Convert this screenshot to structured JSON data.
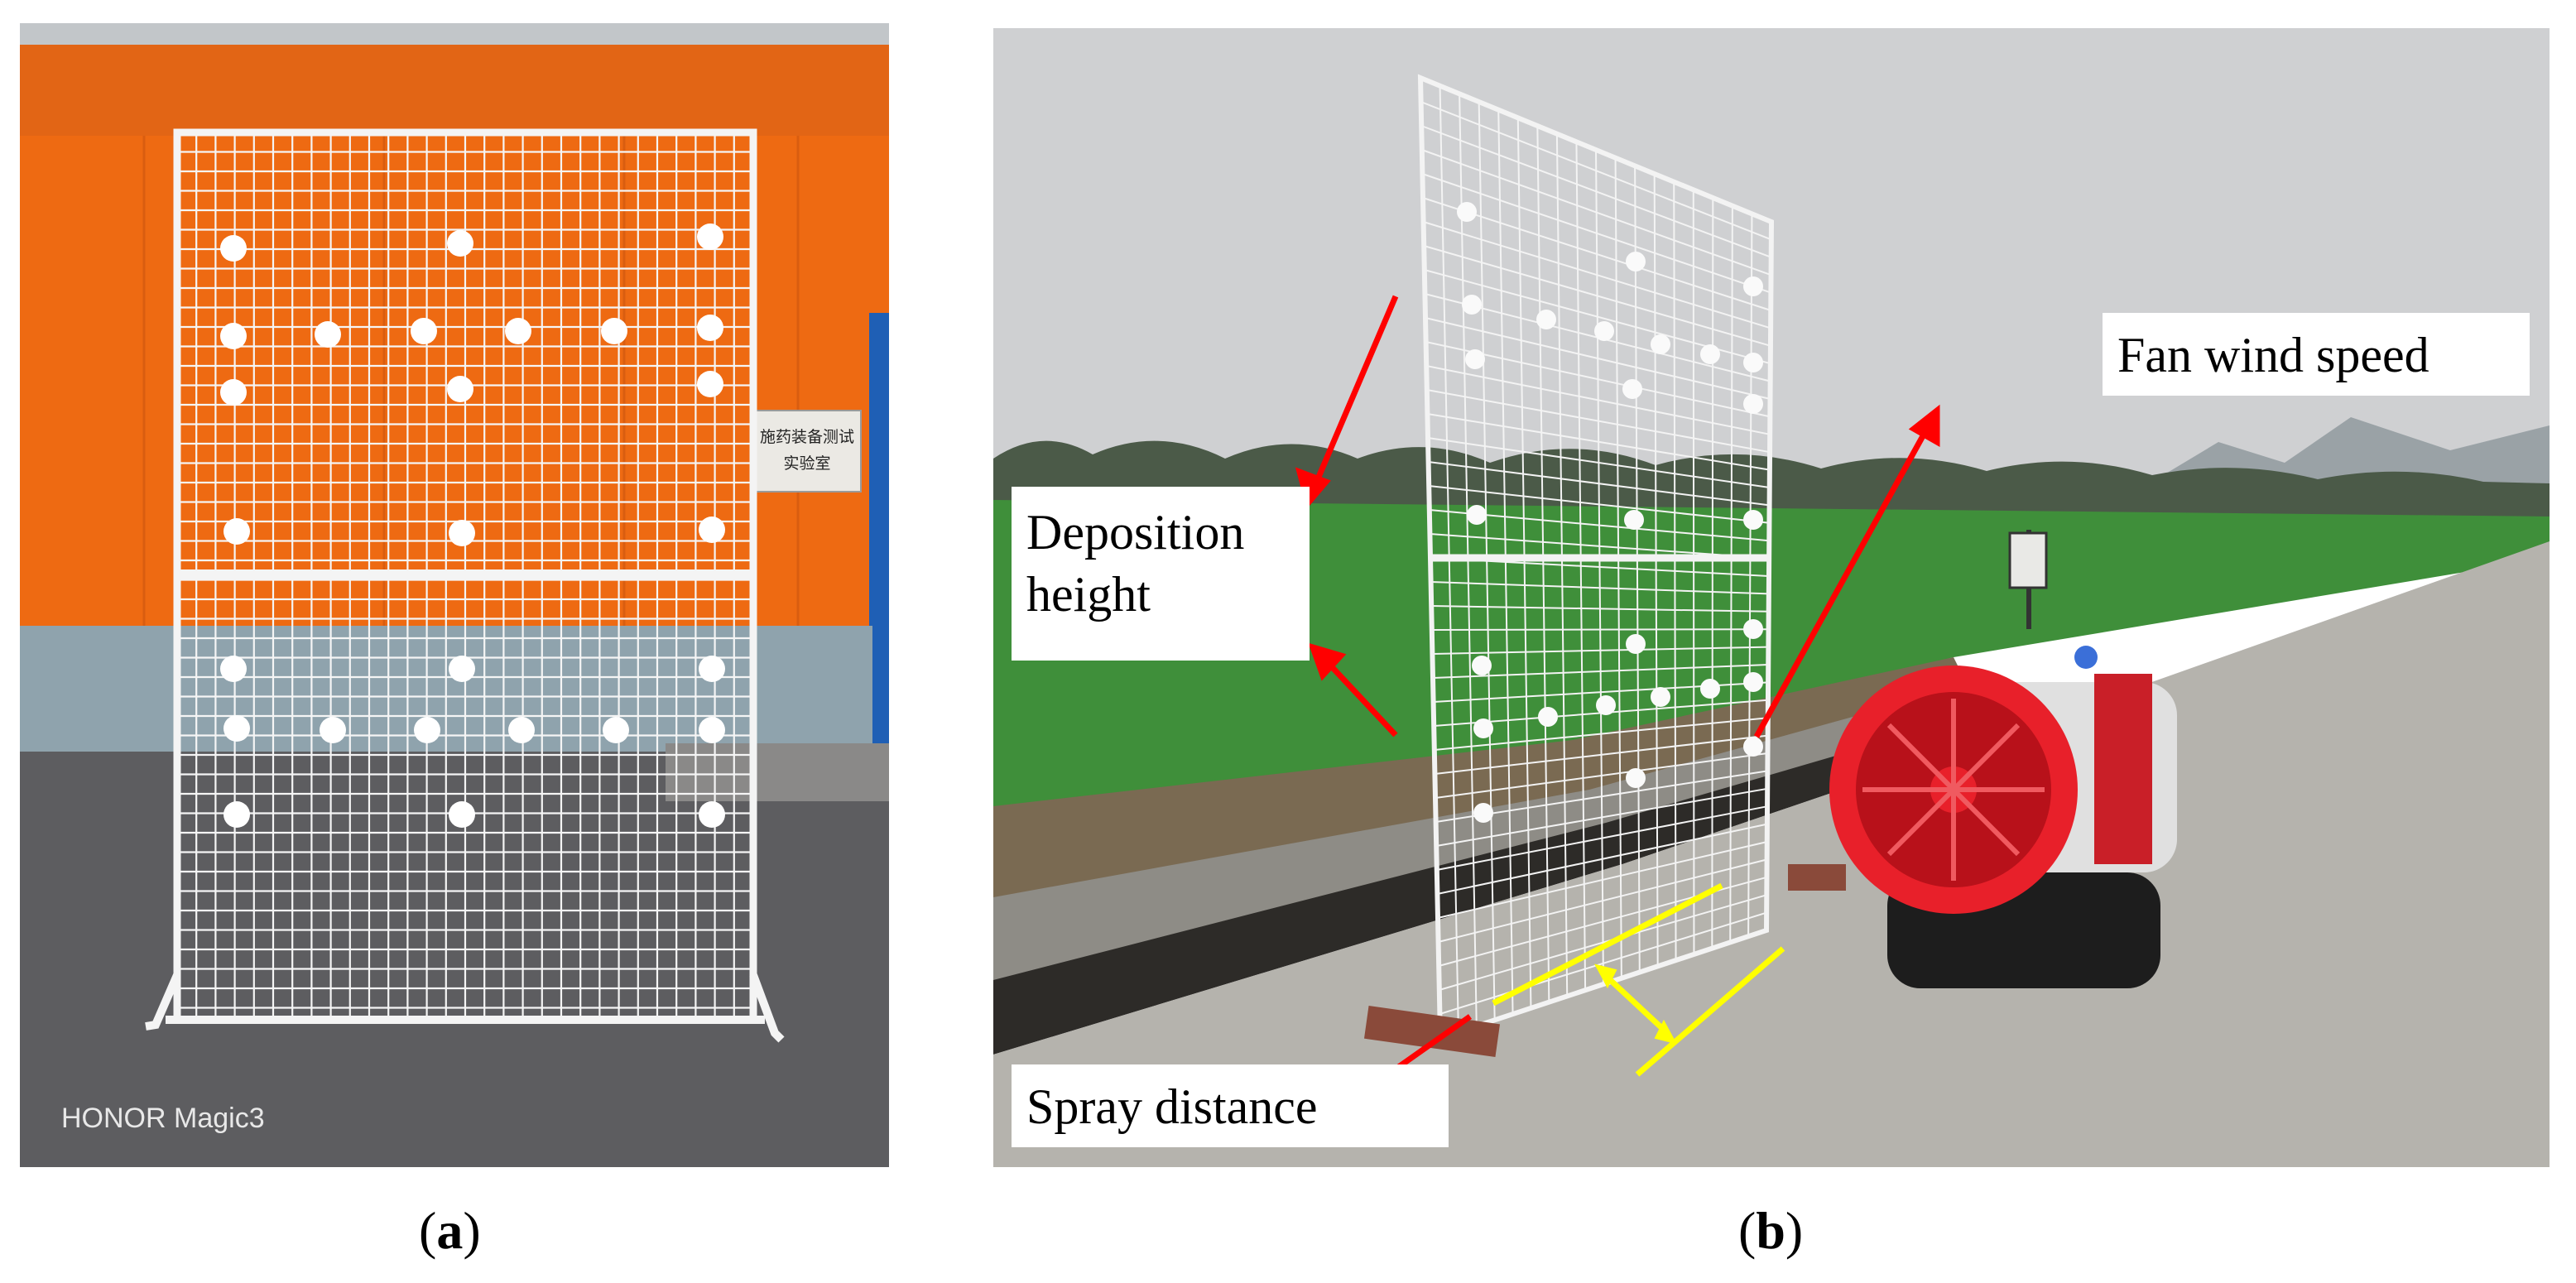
{
  "panel_a": {
    "watermark": "HONOR Magic3",
    "sign_line1": "施药装备测试",
    "sign_line2": "实验室",
    "caption_open": "(",
    "caption_letter": "a",
    "caption_close": ")"
  },
  "panel_b": {
    "label_fan": "Fan wind speed",
    "label_deposition_line1": "Deposition",
    "label_deposition_line2": "height",
    "label_spray": "Spray distance",
    "caption_open": "(",
    "caption_letter": "b",
    "caption_close": ")"
  },
  "colors": {
    "arrow_red": "#ff0000",
    "distance_yellow": "#ffff00",
    "wall_orange": "#ee6a12",
    "sprayer_red": "#e8202a"
  }
}
